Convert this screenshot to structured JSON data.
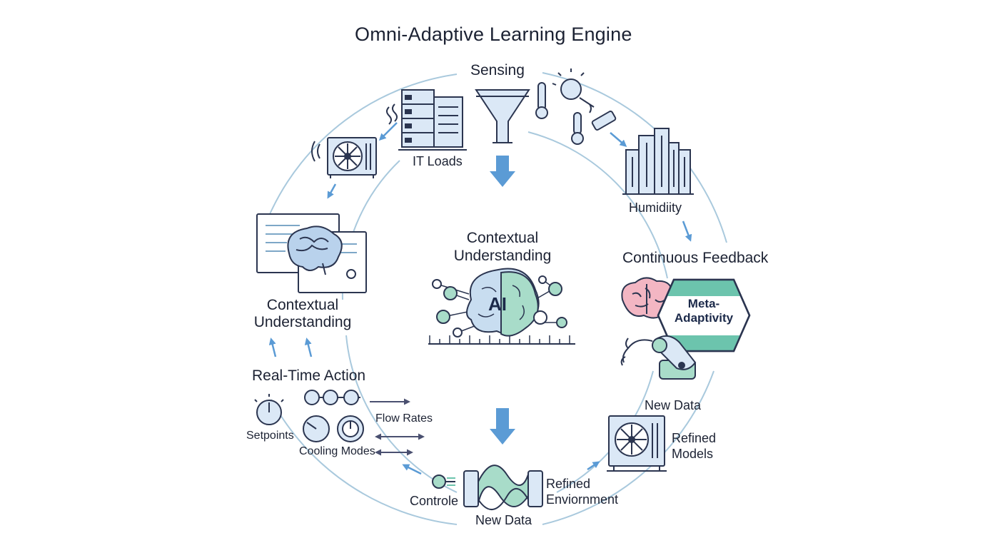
{
  "title": "Omni-Adaptive Learning Engine",
  "labels": {
    "sensing": "Sensing",
    "it_loads": "IT Loads",
    "humidity": "Humidiity",
    "center_line1": "Contextual",
    "center_line2": "Understanding",
    "center_ai": "AI",
    "left_line1": "Contextual",
    "left_line2": "Understanding",
    "continuous_feedback": "Continuous Feedback",
    "meta_line1": "Meta-",
    "meta_line2": "Adaptivity",
    "real_time_action": "Real-Time Action",
    "setpoints": "Setpoints",
    "flow_rates": "Flow Rates",
    "cooling_modes": "Cooling Modes",
    "new_data_right": "New Data",
    "refined_models_line1": "Refined",
    "refined_models_line2": "Models",
    "controle": "Controle",
    "refined_env_line1": "Refined",
    "refined_env_line2": "Enviornment",
    "new_data_bottom": "New Data"
  },
  "colors": {
    "accent_blue": "#5b9bd5",
    "light_blue_fill": "#dbe8f6",
    "teal": "#6cc4ad",
    "outline": "#2b3550",
    "circle_line": "#a9c9dd",
    "brain_pink": "#f3b6c3"
  }
}
